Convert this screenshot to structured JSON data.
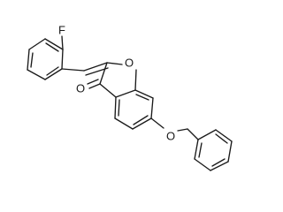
{
  "molecule": {
    "atom_labels": {
      "fluorine": "F",
      "ring_oxygen": "O",
      "carbonyl_oxygen": "O",
      "ether_oxygen": "O"
    }
  }
}
